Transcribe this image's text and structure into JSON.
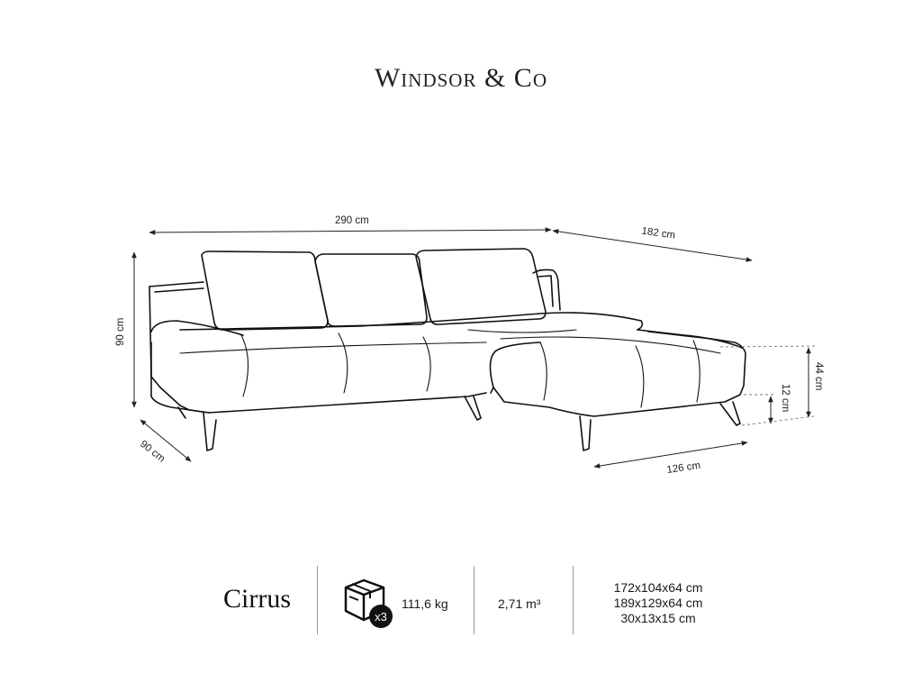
{
  "brand": "Windsor & Co",
  "dimensions": {
    "width": "290 cm",
    "chaise_length": "182 cm",
    "height": "90 cm",
    "depth": "90 cm",
    "chaise_depth": "126 cm",
    "seat_height": "44 cm",
    "leg_height": "12 cm"
  },
  "product": {
    "model": "Cirrus",
    "package_count": "x3",
    "weight": "111,6 kg",
    "volume": "2,71 m³",
    "packages": [
      "172x104x64 cm",
      "189x129x64 cm",
      "30x13x15 cm"
    ]
  }
}
